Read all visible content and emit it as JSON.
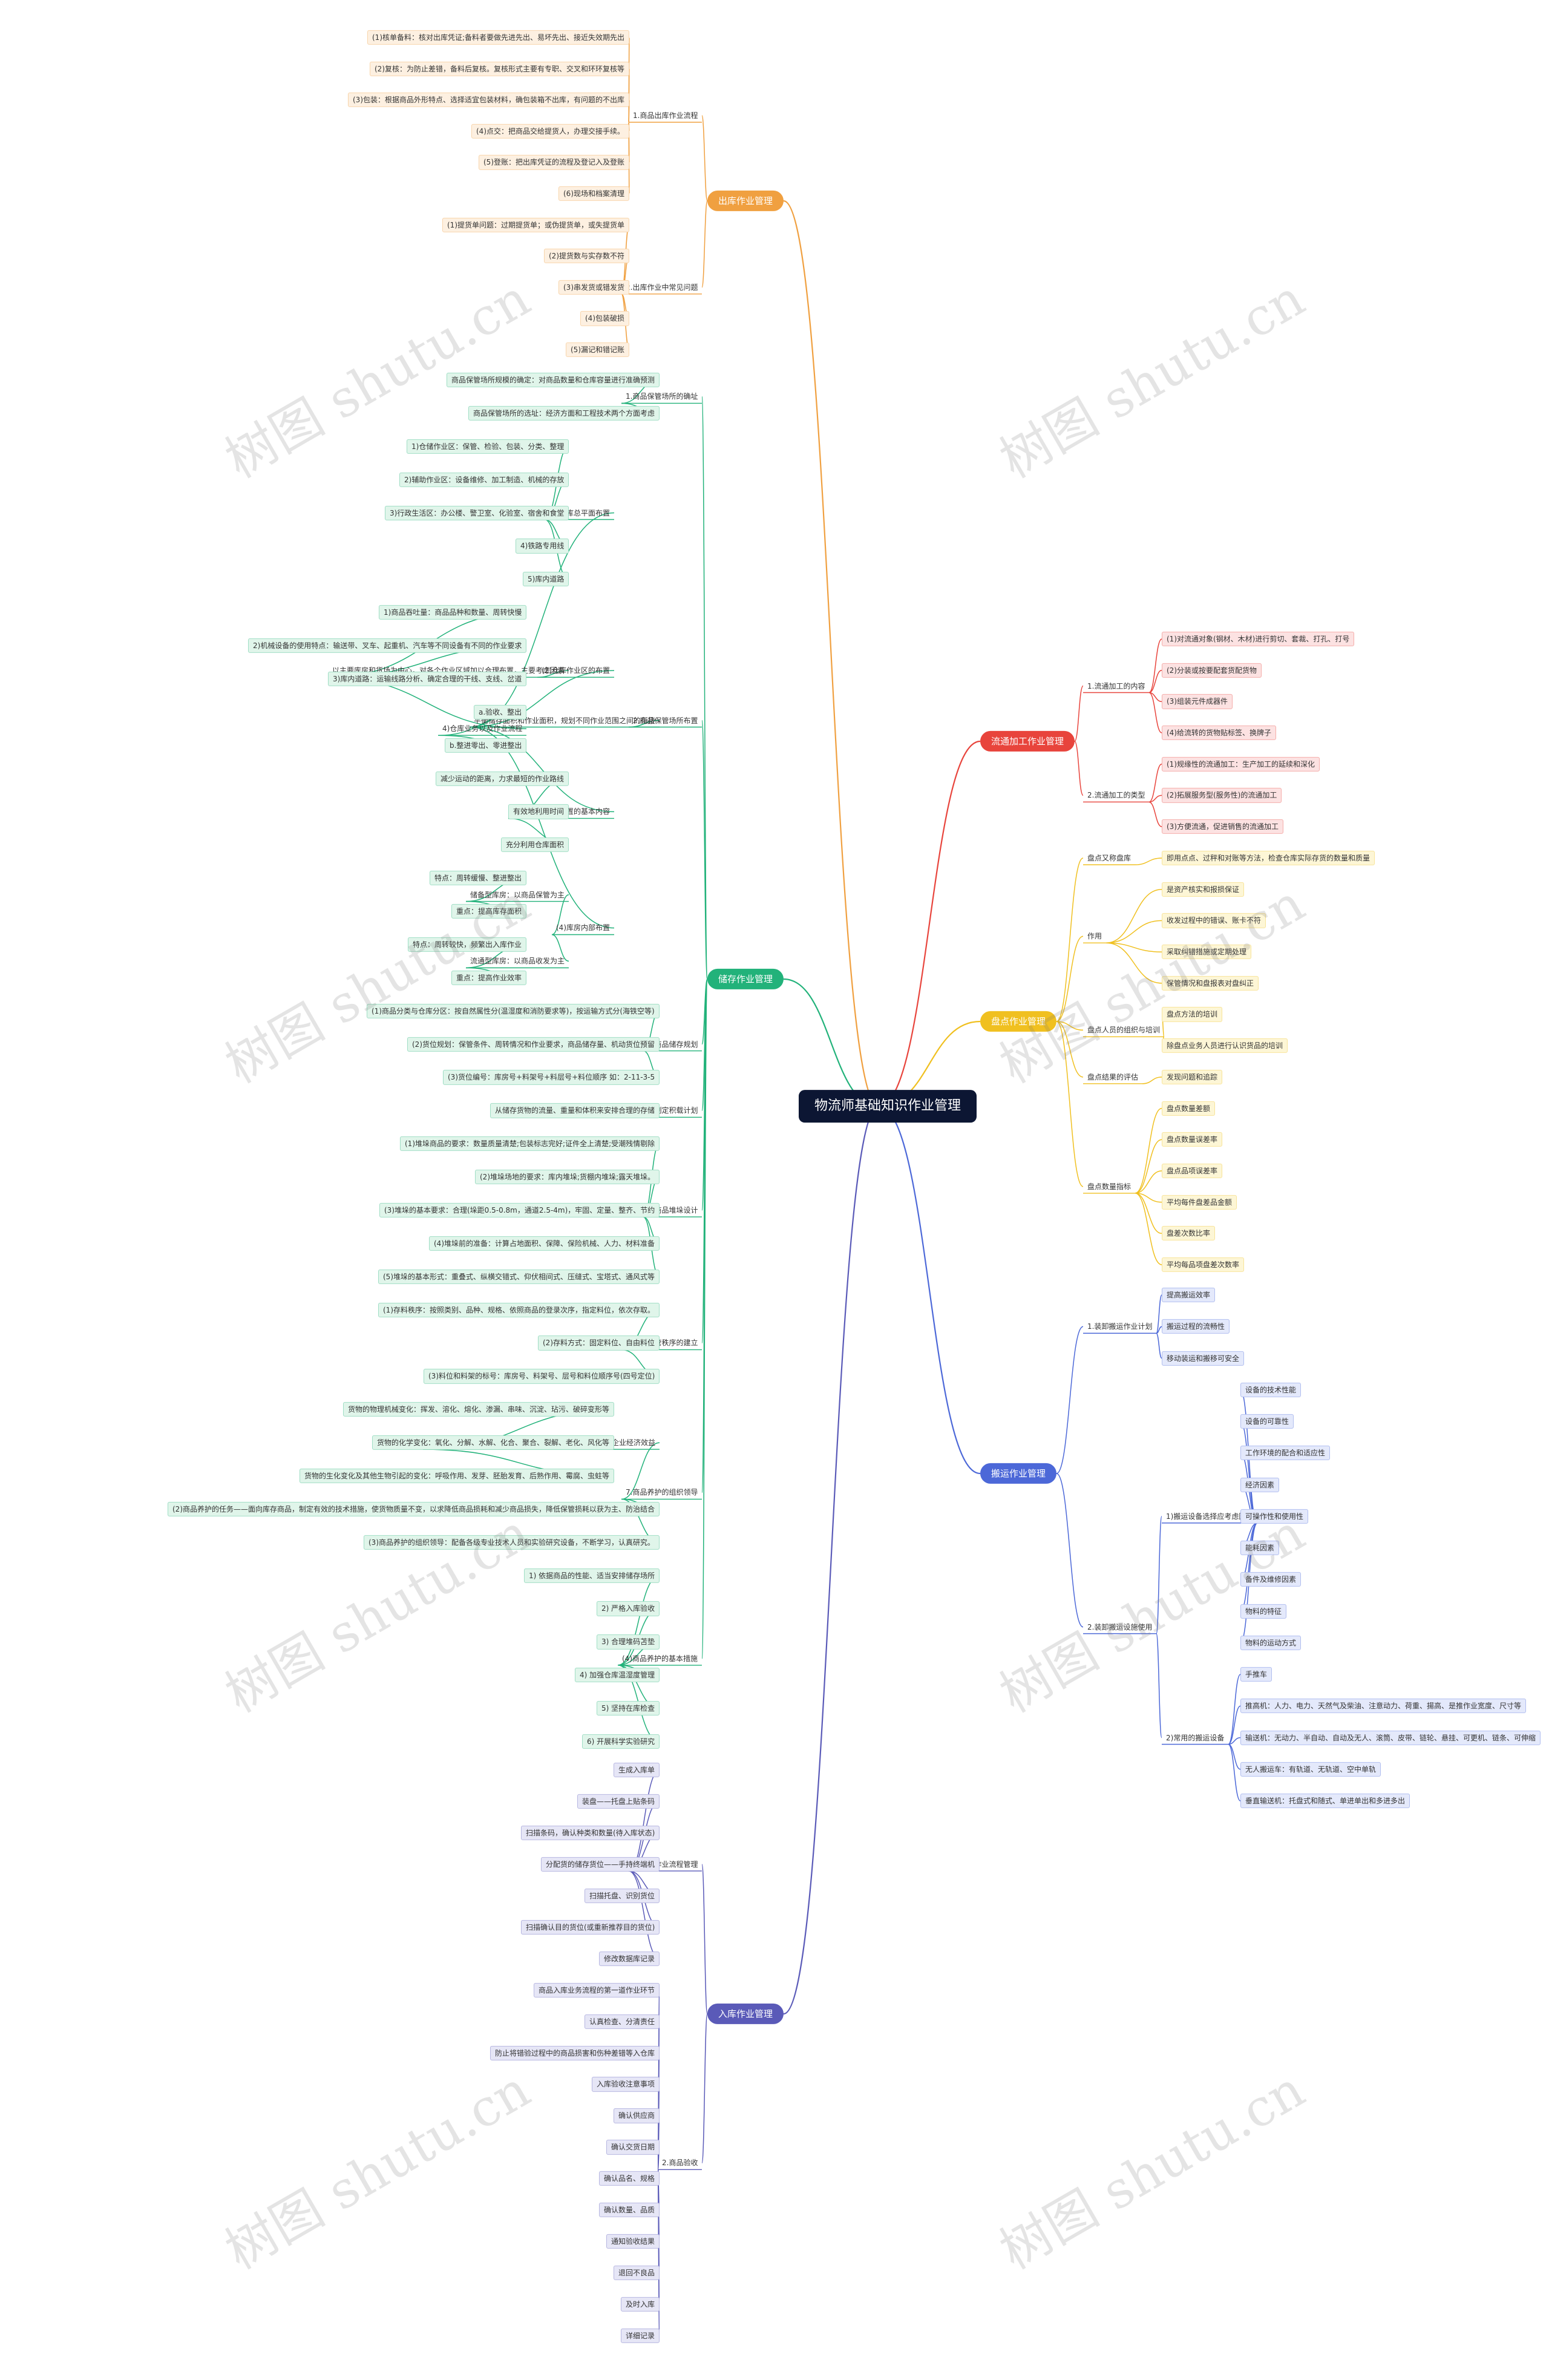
{
  "title": "物流师基础知识作业管理",
  "watermark": "树图 shutu.cn",
  "branches": [
    {
      "name": "出库作业管理",
      "side": "left",
      "color": "#f0a040",
      "bg": "#fdf0e1",
      "children": [
        {
          "name": "1.商品出库作业流程",
          "children": [
            {
              "name": "(1)核单备料：核对出库凭证;备料者要做先进先出、易坏先出、接近失效期先出"
            },
            {
              "name": "(2)复核：为防止差错，备料后复核。复核形式主要有专职、交叉和环环复核等"
            },
            {
              "name": "(3)包装：根据商品外形特点、选择适宜包装材料，确包装箱不出库，有问题的不出库"
            },
            {
              "name": "(4)点交：把商品交给提货人，办理交接手续。"
            },
            {
              "name": "(5)登账：把出库凭证的流程及登记入及登账"
            },
            {
              "name": "(6)现场和档案清理"
            }
          ]
        },
        {
          "name": "2.出库作业中常见问题",
          "children": [
            {
              "name": "(1)提货单问题：过期提货单；或伪提货单，或失提货单"
            },
            {
              "name": "(2)提货数与实存数不符"
            },
            {
              "name": "(3)串发货或错发货"
            },
            {
              "name": "(4)包装破损"
            },
            {
              "name": "(5)漏记和错记账"
            }
          ]
        }
      ]
    },
    {
      "name": "储存作业管理",
      "side": "left",
      "color": "#22b27a",
      "bg": "#e0f5ea",
      "children": [
        {
          "name": "1.商品保管场所的确址",
          "children": [
            {
              "name": "商品保管场所规模的确定：对商品数量和仓库容量进行准确预测"
            },
            {
              "name": "商品保管场所的选址：经济方面和工程技术两个方面考虑"
            }
          ]
        },
        {
          "name": "2.商品保管场所布置",
          "children": [
            {
              "name": "平衡储存面积和作业面积，规划不同作业范围之间的衔接",
              "children": [
                {
                  "name": "(1)仓库总平面布置",
                  "children": [
                    {
                      "name": "1)仓储作业区：保管、检验、包装、分类、整理"
                    },
                    {
                      "name": "2)辅助作业区：设备维修、加工制造、机械的存放"
                    },
                    {
                      "name": "3)行政生活区：办公楼、警卫室、化验室、宿舍和食堂"
                    },
                    {
                      "name": "4)铁路专用线"
                    },
                    {
                      "name": "5)库内道路"
                    }
                  ]
                },
                {
                  "name": "(2)仓库作业区的布置",
                  "children": [
                    {
                      "name": "以主要库房和货场为中心，对各个作业区域加以合理布置，主要考虑因素",
                      "children": [
                        {
                          "name": "1)商品吞吐量：商品品种和数量、周转快慢"
                        },
                        {
                          "name": "2)机械设备的使用特点：输送带、叉车、起重机、汽车等不同设备有不同的作业要求"
                        },
                        {
                          "name": "3)库内道路：运输线路分析、确定合理的干线、支线、岔道"
                        },
                        {
                          "name": "4)仓库业务以及作业流程",
                          "children": [
                            {
                              "name": "a.验收、整出"
                            },
                            {
                              "name": "b.整进零出、零进整出"
                            }
                          ]
                        }
                      ]
                    }
                  ]
                },
                {
                  "name": "(3)仓库作业区布置的基本内容",
                  "children": [
                    {
                      "name": "减少运动的距离，力求最短的作业路线"
                    },
                    {
                      "name": "有效地利用时间"
                    },
                    {
                      "name": "充分利用仓库面积"
                    }
                  ]
                },
                {
                  "name": "(4)库房内部布置",
                  "children": [
                    {
                      "name": "储备型库房：以商品保管为主",
                      "children": [
                        {
                          "name": "特点：周转缓慢、整进整出"
                        },
                        {
                          "name": "重点：提高库存面积"
                        }
                      ]
                    },
                    {
                      "name": "流通型库房：以商品收发为主",
                      "children": [
                        {
                          "name": "特点：周转较快，频繁出入库作业"
                        },
                        {
                          "name": "重点：提高作业效率"
                        }
                      ]
                    }
                  ]
                }
              ]
            }
          ]
        },
        {
          "name": "3.商品储存规划",
          "children": [
            {
              "name": "(1)商品分类与仓库分区：按自然属性分(温湿度和消防要求等)，按运输方式分(海铁空等)"
            },
            {
              "name": "(2)货位规划：保管条件、周转情况和作业要求，商品储存量、机动货位预留"
            },
            {
              "name": "(3)货位编号：库房号+料架号+料层号+料位顺序 如：2-11-3-5"
            }
          ]
        },
        {
          "name": "4.制定积载计划",
          "children": [
            {
              "name": "从储存货物的流量、重量和体积来安排合理的存储"
            }
          ]
        },
        {
          "name": "5.商品堆垛设计",
          "children": [
            {
              "name": "(1)堆垛商品的要求：数量质量清楚;包装标志完好;证件全上清楚;受潮残情剔除"
            },
            {
              "name": "(2)堆垛场地的要求：库内堆垛;货棚内堆垛;露天堆垛。"
            },
            {
              "name": "(3)堆垛的基本要求：合理(垛距0.5-0.8m，通道2.5-4m)，牢固、定量、整齐、节约"
            },
            {
              "name": "(4)堆垛前的准备：计算占地面积、保障、保险机械、人力、材料准备"
            },
            {
              "name": "(5)堆垛的基本形式：重叠式、纵横交错式、仰伏相间式、压缝式、宝塔式、通风式等"
            }
          ]
        },
        {
          "name": "6.商品保管秩序的建立",
          "children": [
            {
              "name": "(1)存料秩序：按照类别、品种、规格、依照商品的登录次序，指定料位，依次存取。"
            },
            {
              "name": "(2)存料方式：固定料位、自由料位"
            },
            {
              "name": "(3)料位和料架的标号：库房号、料架号、层号和料位顺序号(四号定位)"
            }
          ]
        },
        {
          "name": "7.商品养护的组织领导",
          "children": [
            {
              "name": "(1)养护目的——维护商品使用价值、避免受到损失、保障企业经济效益",
              "children": [
                {
                  "name": "货物的物理机械变化：挥发、溶化、熔化、渗漏、串味、沉淀、玷污、破碎变形等"
                },
                {
                  "name": "货物的化学变化：氧化、分解、水解、化合、聚合、裂解、老化、风化等"
                },
                {
                  "name": "货物的生化变化及其他生物引起的变化：呼吸作用、发芽、胚胎发育、后熟作用、霉腐、虫蛀等"
                }
              ]
            },
            {
              "name": "(2)商品养护的任务——面向库存商品，制定有效的技术措施，使货物质量不变，以求降低商品损耗和减少商品损失，降低保管损耗以获为主、防治结合"
            },
            {
              "name": "(3)商品养护的组织领导：配备各级专业技术人员和实验研究设备，不断学习，认真研究。"
            }
          ]
        },
        {
          "name": "(4)商品养护的基本措施",
          "children": [
            {
              "name": "1) 依据商品的性能、适当安排储存场所"
            },
            {
              "name": "2) 严格入库验收"
            },
            {
              "name": "3) 合理堆码苫垫"
            },
            {
              "name": "4) 加强仓库温湿度管理"
            },
            {
              "name": "5) 坚持在库检查"
            },
            {
              "name": "6) 开展科学实验研究"
            }
          ]
        }
      ]
    },
    {
      "name": "入库作业管理",
      "side": "left",
      "color": "#5a5ab8",
      "bg": "#e6e6f6",
      "children": [
        {
          "name": "1.入库作业流程管理",
          "children": [
            {
              "name": "生成入库单"
            },
            {
              "name": "装盘——托盘上贴条码"
            },
            {
              "name": "扫描条码，确认种类和数量(待入库状态)"
            },
            {
              "name": "分配货的储存货位——手持终端机"
            },
            {
              "name": "扫描托盘、识别货位"
            },
            {
              "name": "扫描确认目的货位(或重新推荐目的货位)"
            },
            {
              "name": "修改数据库记录"
            }
          ]
        },
        {
          "name": "2.商品验收",
          "children": [
            {
              "name": "商品入库业务流程的第一道作业环节"
            },
            {
              "name": "认真检查、分清责任"
            },
            {
              "name": "防止将错验过程中的商品损害和伤种差错等入仓库"
            },
            {
              "name": "入库验收注意事项"
            },
            {
              "name": "确认供应商"
            },
            {
              "name": "确认交货日期"
            },
            {
              "name": "确认品名、规格"
            },
            {
              "name": "确认数量、品质"
            },
            {
              "name": "通知验收结果"
            },
            {
              "name": "退回不良品"
            },
            {
              "name": "及时入库"
            },
            {
              "name": "详细记录"
            }
          ]
        }
      ]
    },
    {
      "name": "流通加工作业管理",
      "side": "right",
      "color": "#e8443c",
      "bg": "#fce2e2",
      "children": [
        {
          "name": "1.流通加工的内容",
          "children": [
            {
              "name": "(1)对流通对象(钢材、木材)进行剪切、套裁、打孔、打号"
            },
            {
              "name": "(2)分装或按要配套货配货物"
            },
            {
              "name": "(3)组装元件成器件"
            },
            {
              "name": "(4)给流转的货物贴标签、换牌子"
            }
          ]
        },
        {
          "name": "2.流通加工的类型",
          "children": [
            {
              "name": "(1)规缘性的流通加工：生产加工的延续和深化"
            },
            {
              "name": "(2)拓展服务型(服务性)的流通加工"
            },
            {
              "name": "(3)方便流通，促进销售的流通加工"
            }
          ]
        }
      ]
    },
    {
      "name": "盘点作业管理",
      "side": "right",
      "color": "#f0c020",
      "bg": "#fdf6d6",
      "children": [
        {
          "name": "盘点又称盘库",
          "children": [
            {
              "name": "即用点点、过秤和对账等方法，检查仓库实际存货的数量和质量"
            }
          ]
        },
        {
          "name": "作用",
          "children": [
            {
              "name": "是资产核实和报损保证"
            },
            {
              "name": "收发过程中的错误、账卡不符"
            },
            {
              "name": "采取纠错措施或定期处理"
            },
            {
              "name": "保管情况和盘报表对盘纠正"
            }
          ]
        },
        {
          "name": "盘点人员的组织与培训",
          "children": [
            {
              "name": "盘点方法的培训"
            },
            {
              "name": "除盘点业务人员进行认识货品的培训"
            }
          ]
        },
        {
          "name": "盘点结果的评估",
          "children": [
            {
              "name": "发现问题和追踪"
            }
          ]
        },
        {
          "name": "盘点数量指标",
          "children": [
            {
              "name": "盘点数量差额"
            },
            {
              "name": "盘点数量误差率"
            },
            {
              "name": "盘点品项误差率"
            },
            {
              "name": "平均每件盘差品金额"
            },
            {
              "name": "盘差次数比率"
            },
            {
              "name": "平均每品项盘差次数率"
            }
          ]
        }
      ]
    },
    {
      "name": "搬运作业管理",
      "side": "right",
      "color": "#4c68d8",
      "bg": "#e4e9fb",
      "children": [
        {
          "name": "1.装卸搬运作业计划",
          "children": [
            {
              "name": "提高搬运效率"
            },
            {
              "name": "搬运过程的流畅性"
            },
            {
              "name": "移动装运和搬移可安全"
            }
          ]
        },
        {
          "name": "2.装卸搬运设施使用",
          "children": [
            {
              "name": "1)搬运设备选择应考虑因素",
              "children": [
                {
                  "name": "设备的技术性能"
                },
                {
                  "name": "设备的可靠性"
                },
                {
                  "name": "工作环境的配合和适应性"
                },
                {
                  "name": "经济因素"
                },
                {
                  "name": "可操作性和使用性"
                },
                {
                  "name": "能耗因素"
                },
                {
                  "name": "备件及维修因素"
                },
                {
                  "name": "物料的特征"
                },
                {
                  "name": "物料的运动方式"
                }
              ]
            },
            {
              "name": "2)常用的搬运设备",
              "children": [
                {
                  "name": "手推车"
                },
                {
                  "name": "推高机：人力、电力、天然气及柴油、注意动力、荷重、揚高、是推作业宽度、尺寸等"
                },
                {
                  "name": "输送机：无动力、半自动、自动及无人、滚筒、皮带、链轮、悬挂、可更机、链条、可伸缩"
                },
                {
                  "name": "无人搬运车：有轨道、无轨道、空中单轨"
                },
                {
                  "name": "垂直输送机：托盘式和随式、单进单出和多进多出"
                }
              ]
            }
          ]
        }
      ]
    }
  ]
}
